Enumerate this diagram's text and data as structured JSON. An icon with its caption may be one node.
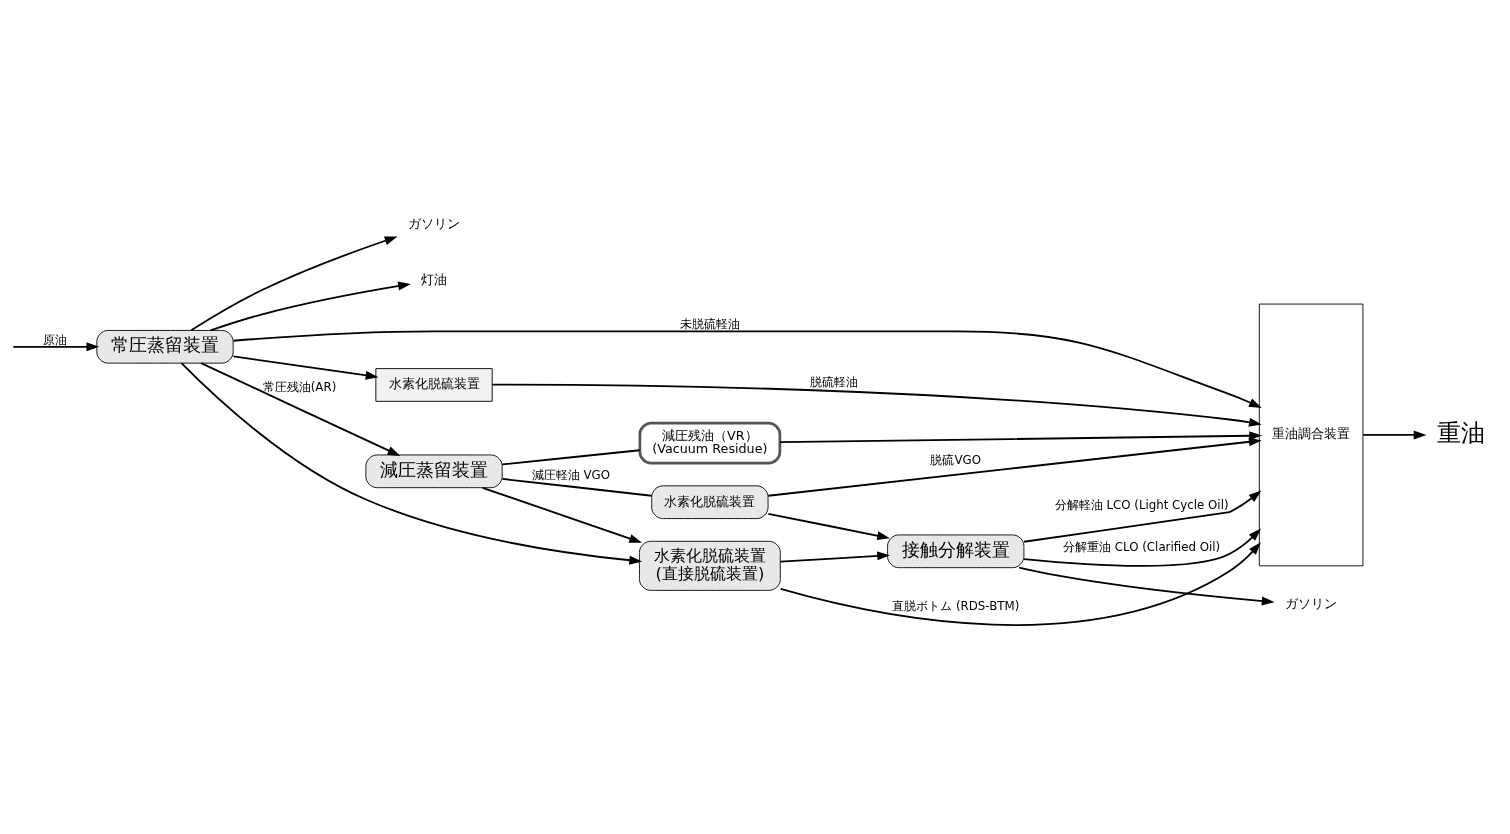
{
  "diagram": {
    "nodes": [
      {
        "text": [
          "常圧蒸留装置"
        ]
      },
      {
        "text": [
          "ガソリン"
        ]
      },
      {
        "text": [
          "灯油"
        ]
      },
      {
        "text": [
          "水素化脱硫装置"
        ]
      },
      {
        "text": [
          "重油調合装置"
        ]
      },
      {
        "text": [
          "減圧蒸留装置"
        ]
      },
      {
        "text": [
          "水素化脱硫装置"
        ]
      },
      {
        "text": [
          "接触分解装置"
        ]
      },
      {
        "text": [
          "ガソリン"
        ]
      },
      {
        "text": [
          "水素化脱硫装置",
          "(直接脱硫装置)"
        ]
      },
      {
        "text": [
          "減圧残油（VR）",
          "(Vacuum Residue)"
        ]
      },
      {
        "text": [
          "重油"
        ]
      }
    ],
    "edges": [
      {
        "from": null,
        "to": 0,
        "arrow": "to",
        "label": "原油"
      },
      {
        "from": 0,
        "to": 1,
        "arrow": "to"
      },
      {
        "from": 0,
        "to": 2,
        "arrow": "to"
      },
      {
        "from": 0,
        "to": 3,
        "arrow": "to"
      },
      {
        "from": 3,
        "to": 4,
        "arrow": "to",
        "label": "脱硫軽油"
      },
      {
        "from": 0,
        "to": 4,
        "arrow": "to",
        "label": "未脱硫軽油"
      },
      {
        "from": 0,
        "to": 5,
        "arrow": "to",
        "label": "常圧残油(AR)"
      },
      {
        "from": 0,
        "to": 9,
        "arrow": "to"
      },
      {
        "from": 5,
        "to": 6,
        "arrow": "none",
        "label": "減圧軽油 VGO"
      },
      {
        "from": 6,
        "to": 4,
        "arrow": "to",
        "label": "脱硫VGO"
      },
      {
        "from": 6,
        "to": 7,
        "arrow": "to"
      },
      {
        "from": 7,
        "to": 8,
        "arrow": "to"
      },
      {
        "from": 7,
        "to": 4,
        "arrow": "to",
        "label": "分解軽油 LCO (Light Cycle Oil)"
      },
      {
        "from": 7,
        "to": 4,
        "arrow": "to",
        "label": "分解重油 CLO (Clarified Oil)"
      },
      {
        "from": 5,
        "to": 9,
        "arrow": "to"
      },
      {
        "from": 9,
        "to": 7,
        "arrow": "to"
      },
      {
        "from": 9,
        "to": 4,
        "arrow": "to",
        "label": "直脱ボトム (RDS-BTM)"
      },
      {
        "from": 5,
        "to": 10,
        "arrow": "none"
      },
      {
        "from": 10,
        "to": 4,
        "arrow": "to"
      },
      {
        "from": 4,
        "to": 11,
        "arrow": "to"
      }
    ]
  }
}
